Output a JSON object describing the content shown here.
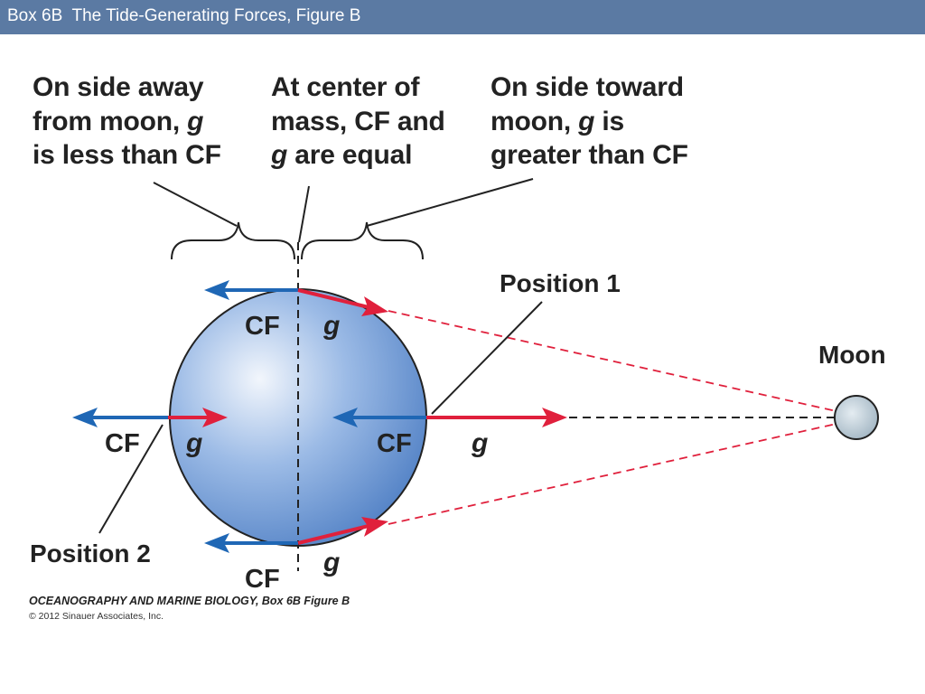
{
  "header": {
    "title": "Box 6B  The Tide-Generating Forces, Figure B"
  },
  "captions": {
    "away": {
      "lines": [
        "On side away",
        "from moon, ",
        "is less than CF"
      ],
      "g": "g"
    },
    "center": {
      "lines": [
        "At center of",
        "mass, CF and",
        " are equal"
      ],
      "g": "g"
    },
    "toward": {
      "lines": [
        "On side toward",
        "moon, ",
        " is",
        "greater than CF"
      ],
      "g": "g"
    }
  },
  "labels": {
    "position_1": "Position 1",
    "position_2": "Position 2",
    "moon": "Moon",
    "cf": "CF",
    "g": "g"
  },
  "colors": {
    "gravity_arrow": "#e0203c",
    "centrifugal_arrow": "#1f67b5",
    "earth_fill": "#6e9bd8",
    "moon_fill": "#b6c8d4",
    "header_bar": "#5b7aa3"
  },
  "footer": {
    "credit": "OCEANOGRAPHY AND MARINE BIOLOGY, Box 6B Figure B",
    "copyright": "© 2012 Sinauer Associates, Inc."
  }
}
